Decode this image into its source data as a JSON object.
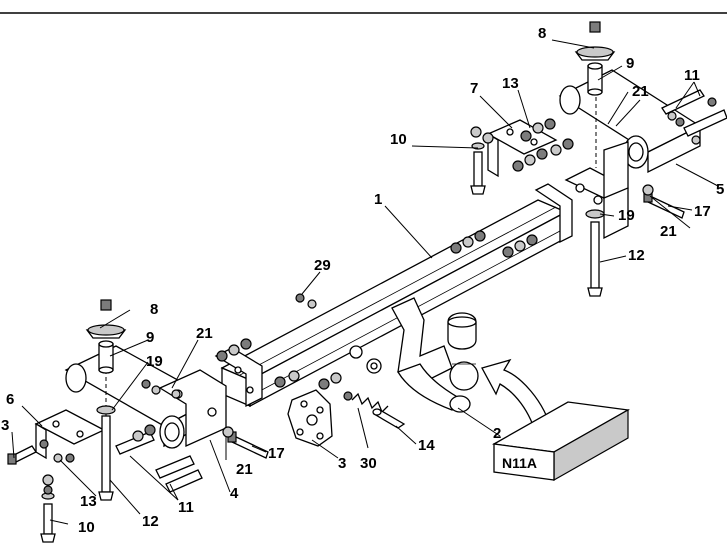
{
  "labels": {
    "l1": "1",
    "l2": "2",
    "l3_left": "3",
    "l3_plate": "3",
    "l4": "4",
    "l5": "5",
    "l6": "6",
    "l7": "7",
    "l8_top": "8",
    "l8_left": "8",
    "l9_top": "9",
    "l9_left": "9",
    "l10_top": "10",
    "l10_bottom": "10",
    "l11_top": "11",
    "l11_bottom": "11",
    "l12_right": "12",
    "l12_bottom": "12",
    "l13_top": "13",
    "l13_bottom": "13",
    "l14": "14",
    "l17_right": "17",
    "l17_bottom": "17",
    "l19_right": "19",
    "l19_left": "19",
    "l21_tr1": "21",
    "l21_tr2": "21",
    "l21_ml": "21",
    "l21_bl": "21",
    "l29": "29",
    "l30": "30"
  },
  "box_label": "N11A"
}
